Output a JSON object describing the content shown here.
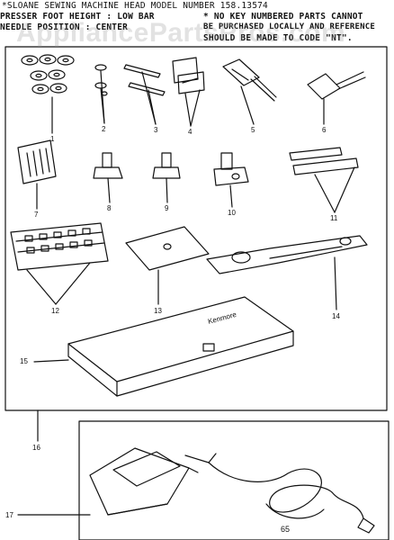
{
  "header": {
    "left_line1": "*SLOANE SEWING MACHINE HEAD MODEL NUMBER 158.13574",
    "left_line2": "PRESSER FOOT HEIGHT : LOW BAR",
    "left_line3": "NEEDLE POSITION : CENTER",
    "right_line1": "* NO KEY NUMBERED PARTS CANNOT",
    "right_line2": "BE PURCHASED LOCALLY AND REFERENCE",
    "right_line3": "SHOULD BE MADE TO CODE \"NT\"."
  },
  "watermark": "AppliancePartsPros.com",
  "case_label": "Kenmore",
  "page_code": "65",
  "callouts": [
    "1",
    "2",
    "3",
    "4",
    "5",
    "6",
    "7",
    "8",
    "9",
    "10",
    "11",
    "12",
    "13",
    "14",
    "15",
    "16",
    "17"
  ]
}
